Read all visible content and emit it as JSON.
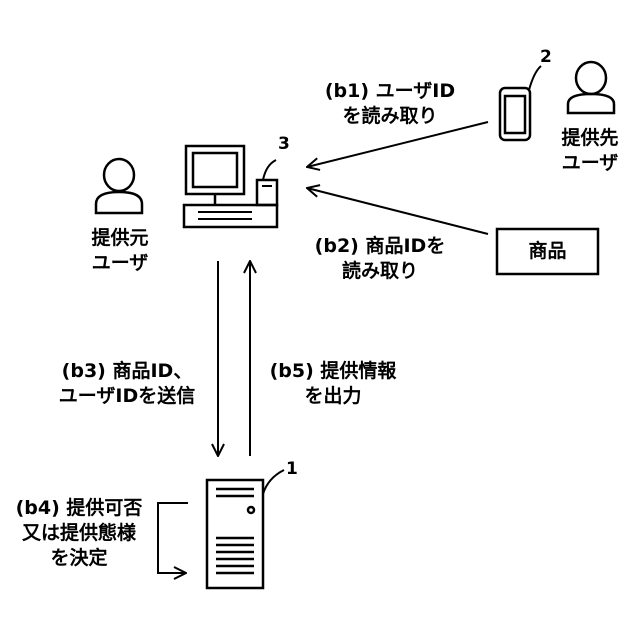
{
  "nodes": {
    "provider_user": {
      "line1": "提供元",
      "line2": "ユーザ"
    },
    "recipient_user": {
      "line1": "提供先",
      "line2": "ユーザ"
    },
    "product_box": {
      "label": "商品"
    },
    "terminal_ref": "3",
    "mobile_ref": "2",
    "server_ref": "1"
  },
  "edges": {
    "b1": {
      "line1": "(b1) ユーザID",
      "line2": "を読み取り"
    },
    "b2": {
      "line1": "(b2) 商品IDを",
      "line2": "読み取り"
    },
    "b3": {
      "line1": "(b3) 商品ID、",
      "line2": "ユーザIDを送信"
    },
    "b5": {
      "line1": "(b5) 提供情報",
      "line2": "を出力"
    },
    "b4": {
      "line1": "(b4) 提供可否",
      "line2": "又は提供態様",
      "line3": "を決定"
    }
  },
  "colors": {
    "stroke": "#000000",
    "background": "#ffffff"
  }
}
